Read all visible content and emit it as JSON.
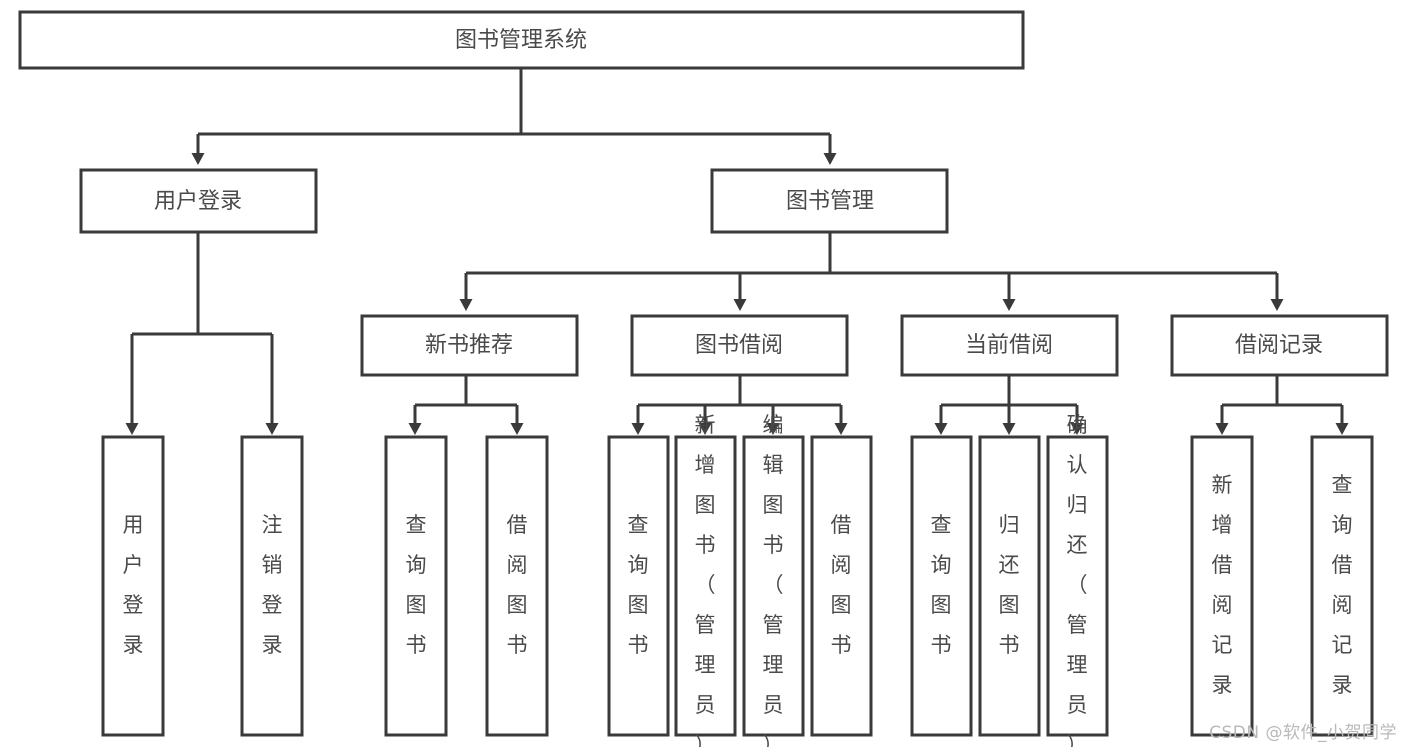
{
  "diagram": {
    "type": "tree",
    "title": "图书管理系统",
    "orientation": "top-down",
    "colors": {
      "box_stroke": "#3a3a3a",
      "box_fill": "#ffffff",
      "text": "#4a4a4a",
      "connector": "#3a3a3a",
      "watermark": "#b9b9b9",
      "background": "#ffffff"
    },
    "nodes": {
      "root": {
        "label": "图书管理系统",
        "level": 1
      },
      "level2": [
        {
          "id": "user-login",
          "label": "用户登录"
        },
        {
          "id": "book-management",
          "label": "图书管理"
        }
      ],
      "level3": [
        {
          "id": "new-book-recommend",
          "label": "新书推荐",
          "parent": "book-management"
        },
        {
          "id": "book-borrow",
          "label": "图书借阅",
          "parent": "book-management"
        },
        {
          "id": "current-borrow",
          "label": "当前借阅",
          "parent": "book-management"
        },
        {
          "id": "borrow-record",
          "label": "借阅记录",
          "parent": "book-management"
        }
      ],
      "leaves": [
        {
          "id": "leaf-user-login",
          "label": "用户登录",
          "parent": "user-login"
        },
        {
          "id": "leaf-logout-login",
          "label": "注销登录",
          "parent": "user-login"
        },
        {
          "id": "leaf-query-book-1",
          "label": "查询图书",
          "parent": "new-book-recommend"
        },
        {
          "id": "leaf-borrow-book-1",
          "label": "借阅图书",
          "parent": "new-book-recommend"
        },
        {
          "id": "leaf-query-book-2",
          "label": "查询图书",
          "parent": "book-borrow"
        },
        {
          "id": "leaf-add-book",
          "label": "新增图书（管理员）",
          "parent": "book-borrow"
        },
        {
          "id": "leaf-edit-book",
          "label": "编辑图书（管理员）",
          "parent": "book-borrow"
        },
        {
          "id": "leaf-borrow-book-2",
          "label": "借阅图书",
          "parent": "book-borrow"
        },
        {
          "id": "leaf-query-book-3",
          "label": "查询图书",
          "parent": "current-borrow"
        },
        {
          "id": "leaf-return-book",
          "label": "归还图书",
          "parent": "current-borrow"
        },
        {
          "id": "leaf-confirm-return",
          "label": "确认归还（管理员）",
          "parent": "current-borrow"
        },
        {
          "id": "leaf-add-record",
          "label": "新增借阅记录",
          "parent": "borrow-record"
        },
        {
          "id": "leaf-query-record",
          "label": "查询借阅记录",
          "parent": "borrow-record"
        }
      ]
    }
  },
  "watermark": {
    "text": "CSDN @软件_小贺同学"
  }
}
